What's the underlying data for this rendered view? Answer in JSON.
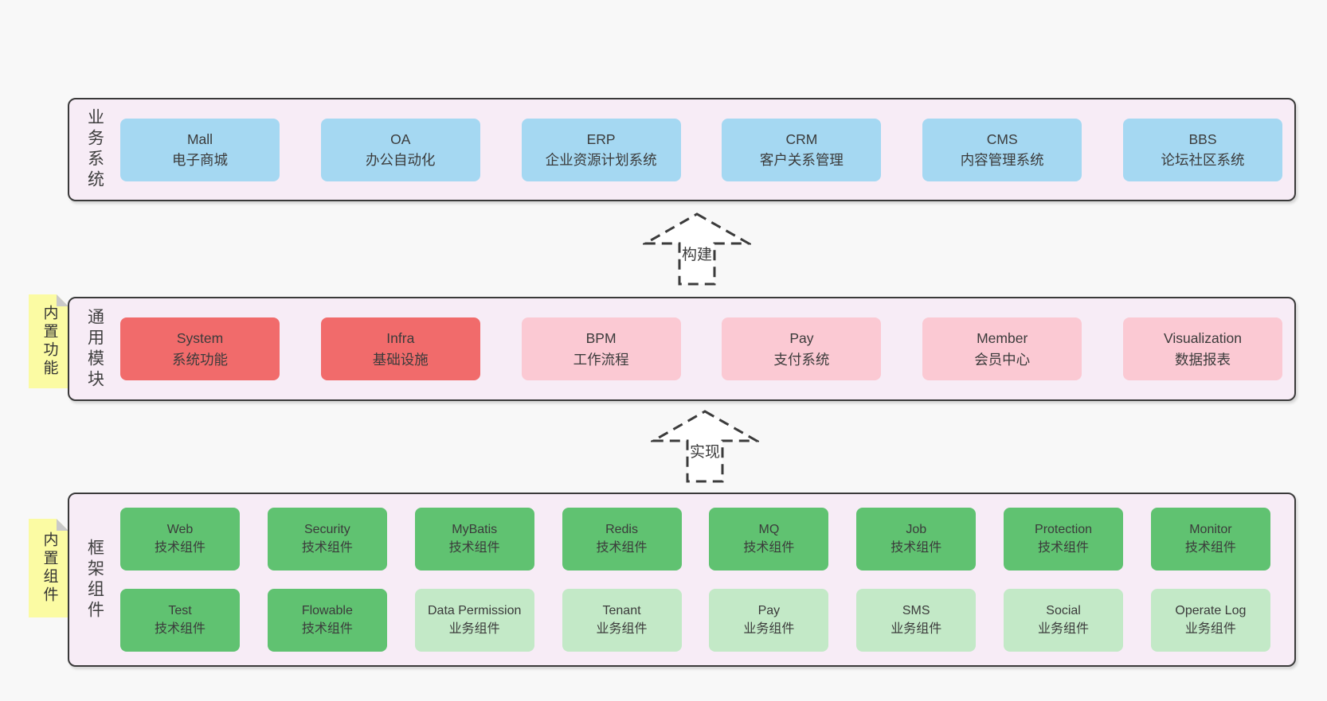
{
  "colors": {
    "page_bg": "#f8f8f8",
    "layer_bg": "#f7ecf6",
    "layer_border": "#3a3a3a",
    "blue_box": "#a5d8f2",
    "red_box": "#f16b6b",
    "pink_box": "#fbc9d3",
    "green_box": "#60c271",
    "light_green_box": "#c3e9c7",
    "sticky_bg": "#fbfba3",
    "sticky_fold": "#c9c9c9",
    "text": "#3b3b3b"
  },
  "layer1": {
    "label": "业务系统",
    "boxes": [
      {
        "name": "Mall",
        "desc": "电子商城"
      },
      {
        "name": "OA",
        "desc": "办公自动化"
      },
      {
        "name": "ERP",
        "desc": "企业资源计划系统"
      },
      {
        "name": "CRM",
        "desc": "客户关系管理"
      },
      {
        "name": "CMS",
        "desc": "内容管理系统"
      },
      {
        "name": "BBS",
        "desc": "论坛社区系统"
      }
    ]
  },
  "arrow1": {
    "label": "构建"
  },
  "layer2": {
    "label": "通用模块",
    "sticky": "内置功能",
    "boxes": [
      {
        "name": "System",
        "desc": "系统功能"
      },
      {
        "name": "Infra",
        "desc": "基础设施"
      },
      {
        "name": "BPM",
        "desc": "工作流程"
      },
      {
        "name": "Pay",
        "desc": "支付系统"
      },
      {
        "name": "Member",
        "desc": "会员中心"
      },
      {
        "name": "Visualization",
        "desc": "数据报表"
      }
    ]
  },
  "arrow2": {
    "label": "实现"
  },
  "layer3": {
    "label": "框架组件",
    "sticky": "内置组件",
    "row1": [
      {
        "name": "Web",
        "desc": "技术组件"
      },
      {
        "name": "Security",
        "desc": "技术组件"
      },
      {
        "name": "MyBatis",
        "desc": "技术组件"
      },
      {
        "name": "Redis",
        "desc": "技术组件"
      },
      {
        "name": "MQ",
        "desc": "技术组件"
      },
      {
        "name": "Job",
        "desc": "技术组件"
      },
      {
        "name": "Protection",
        "desc": "技术组件"
      },
      {
        "name": "Monitor",
        "desc": "技术组件"
      }
    ],
    "row2": [
      {
        "name": "Test",
        "desc": "技术组件"
      },
      {
        "name": "Flowable",
        "desc": "技术组件"
      },
      {
        "name": "Data Permission",
        "desc": "业务组件"
      },
      {
        "name": "Tenant",
        "desc": "业务组件"
      },
      {
        "name": "Pay",
        "desc": "业务组件"
      },
      {
        "name": "SMS",
        "desc": "业务组件"
      },
      {
        "name": "Social",
        "desc": "业务组件"
      },
      {
        "name": "Operate Log",
        "desc": "业务组件"
      }
    ]
  }
}
